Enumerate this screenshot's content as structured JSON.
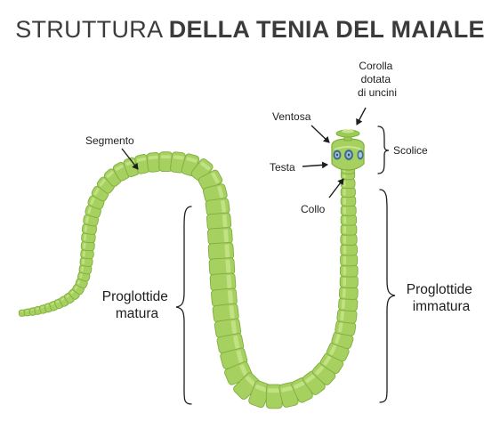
{
  "title": {
    "light": "STRUTTURA",
    "bold": "DELLA TENIA DEL MAIALE"
  },
  "labels": {
    "corolla": [
      "Corolla",
      "dotata",
      "di uncini"
    ],
    "ventosa": "Ventosa",
    "scolice": "Scolice",
    "testa": "Testa",
    "collo": "Collo",
    "segmento": "Segmento",
    "proglottide_matura": [
      "Proglottide",
      "matura"
    ],
    "proglottide_immatura": [
      "Proglottide",
      "immatura"
    ]
  },
  "colors": {
    "body_fill": "#a6d160",
    "body_dark": "#7fae3c",
    "body_highlight": "#c9e68f",
    "text": "#1e1e1e",
    "title": "#3b3b3b",
    "sucker_ring": "#4a7fa6"
  }
}
